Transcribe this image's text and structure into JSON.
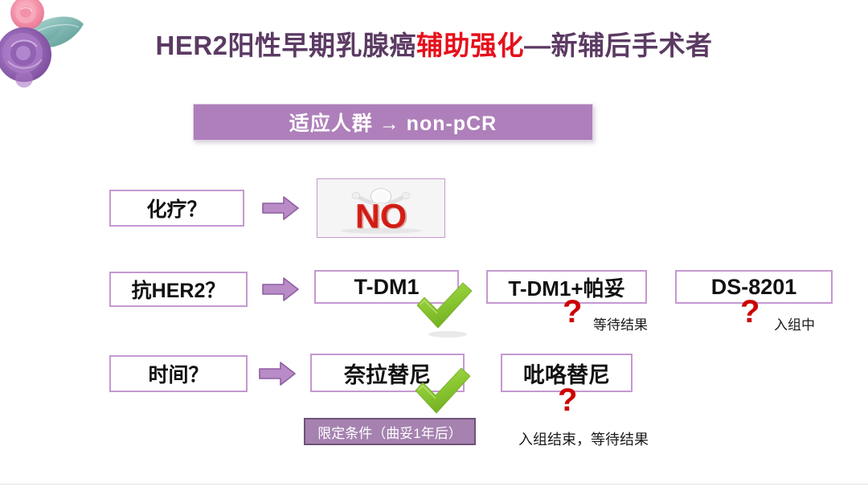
{
  "slide": {
    "background_color": "#FFFFFF",
    "title": {
      "part_purple_1": "HER2阳性早期乳腺癌",
      "part_red": "辅助强化",
      "part_purple_2": "—新辅后手术者",
      "purple_color": "#5B3A63",
      "red_color": "#E5101C"
    },
    "subtitle": {
      "text": "适应人群 → non-pCR",
      "fill_color": "#AE7FBA",
      "text_color": "#FFFFFF"
    },
    "decoration": {
      "floral_corner": "watercolor-flower-decoration",
      "rose_purple_color": "#8E5FA8",
      "rose_pink_color": "#F28CA5",
      "leaf_teal_color": "#7FB3AE"
    }
  },
  "rows": [
    {
      "question": "化疗？",
      "arrow": "block-arrow-right",
      "answer_type": "image",
      "answer_image": {
        "name": "no-graphic",
        "text": "NO",
        "text_color": "#E32118",
        "background": "#F4F4F4"
      }
    },
    {
      "question": "抗HER2？",
      "arrow": "block-arrow-right",
      "answer_type": "boxes",
      "answers": [
        {
          "label": "T-DM1",
          "mark": "check",
          "mark_color": "#8CC63E",
          "caption": ""
        },
        {
          "label": "T-DM1+帕妥",
          "mark": "question",
          "mark_color": "#CC0000",
          "caption": "等待结果"
        },
        {
          "label": "DS-8201",
          "mark": "question",
          "mark_color": "#CC0000",
          "caption": "入组中"
        }
      ]
    },
    {
      "question": "时间？",
      "arrow": "block-arrow-right",
      "answer_type": "boxes",
      "answers": [
        {
          "label": "奈拉替尼",
          "mark": "check",
          "mark_color": "#8CC63E",
          "caption": ""
        },
        {
          "label": "吡咯替尼",
          "mark": "question",
          "mark_color": "#CC0000",
          "caption": "入组结束，等待结果"
        }
      ],
      "condition_box": {
        "text": "限定条件（曲妥1年后）",
        "fill_color": "#A582B0",
        "border_color": "#6E5277",
        "text_color": "#FFFFFF"
      }
    }
  ],
  "marks": {
    "question_glyph": "?",
    "check_glyph": "check-mark"
  }
}
